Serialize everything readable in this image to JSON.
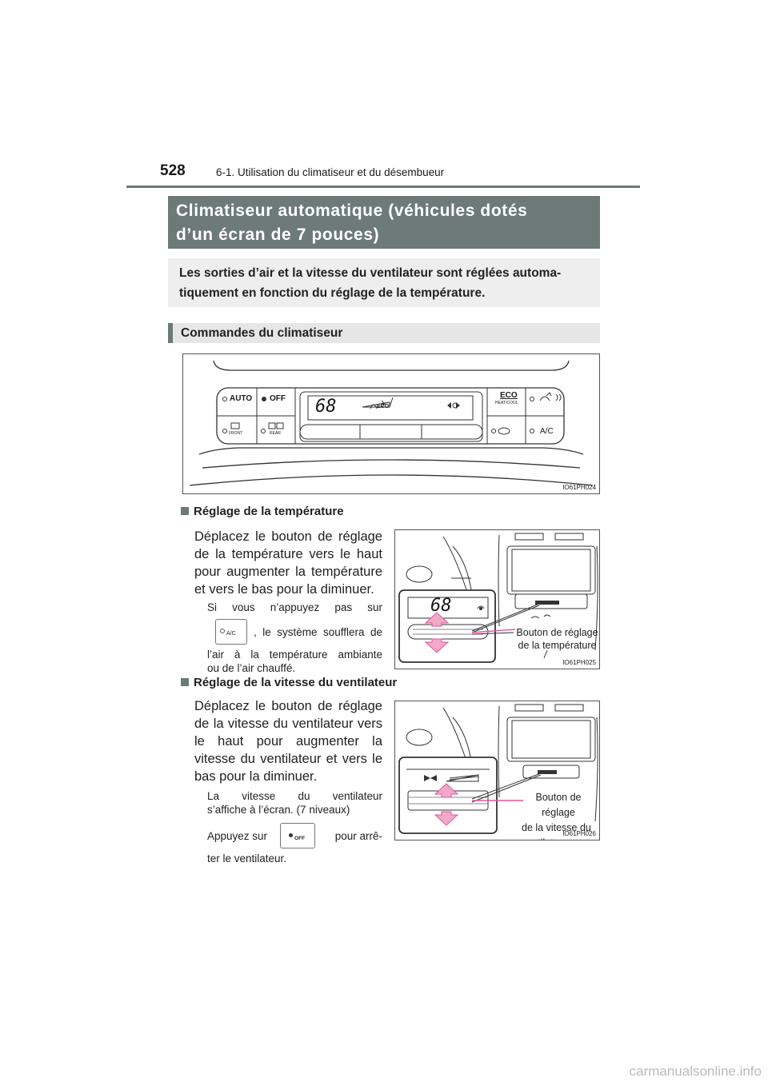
{
  "header": {
    "page_number": "528",
    "running_head": "6-1. Utilisation du climatiseur et du désembueur"
  },
  "title": {
    "line1": "Climatiseur automatique (véhicules dotés",
    "line2": "d’un écran de 7 pouces)"
  },
  "intro": {
    "line1": "Les sorties d’air et la vitesse du ventilateur sont réglées automa-",
    "line2": "tiquement en fonction du réglage de la température."
  },
  "section": {
    "title": "Commandes du climatiseur"
  },
  "figure1": {
    "code": "IO61PH024",
    "buttons": {
      "auto": "AUTO",
      "fan_off": "OFF",
      "eco": "ECO",
      "heat_cool": "HEAT/COOL",
      "front": "FRONT",
      "rear": "REAR",
      "ac": "A/C"
    },
    "display": {
      "temperature": "68",
      "eco": "ECO"
    }
  },
  "temperature": {
    "heading": "Réglage de la température",
    "body_lines": [
      "Déplacez le bouton de réglage",
      "de la température vers le haut",
      "pour augmenter la température",
      "et vers le bas pour la diminuer."
    ],
    "note_line1": "Si vous n’appuyez pas sur",
    "note_line2": ", le système soufflera de",
    "note_line3": "l’air à la température ambiante",
    "note_line4": "ou de l’air chauffé.",
    "inline_button": "A/C",
    "figure": {
      "code": "IO61PH025",
      "display_temp": "68",
      "callout_line1": "Bouton de réglage",
      "callout_line2": "de la température"
    }
  },
  "fan": {
    "heading": "Réglage de la vitesse du ventilateur",
    "body_lines": [
      "Déplacez le bouton de réglage",
      "de la vitesse du ventilateur vers",
      "le haut pour augmenter la",
      "vitesse du ventilateur et vers le",
      "bas pour la diminuer."
    ],
    "note_line1": "La vitesse du ventilateur",
    "note_line2": "s’affiche à l’écran. (7 niveaux)",
    "note_appuyez": "Appuyez sur",
    "note_arrete": "pour arrê-",
    "note_line4": "ter le ventilateur.",
    "inline_button": "OFF",
    "figure": {
      "code": "IO61PH026",
      "callout_line1": "Bouton de réglage",
      "callout_line2": "de la vitesse du",
      "callout_line3": "ventilateur"
    }
  },
  "footer": {
    "url": "carmanualsonline.info"
  },
  "colors": {
    "accent": "#6d7a77",
    "arrow": "#e0559a",
    "arrow_fill": "#f2a9c9"
  }
}
